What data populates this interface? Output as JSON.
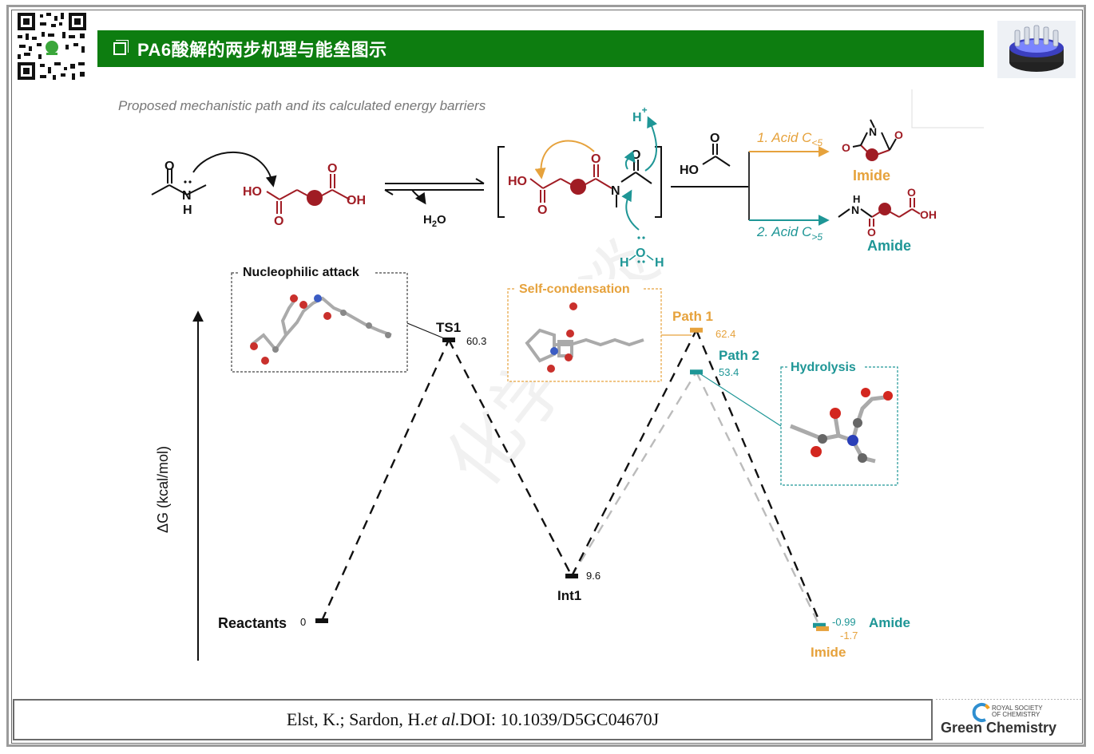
{
  "header": {
    "title": "PA6酸解的两步机理与能垒图示"
  },
  "subtitle": "Proposed mechanistic path and its calculated energy barriers",
  "scheme": {
    "reactant_amide_atoms": {
      "o": "O",
      "n": "N",
      "h": "H"
    },
    "acid_atoms": {
      "ho": "HO",
      "o": "O",
      "oh": "OH"
    },
    "water_label": "H",
    "water_sub": "2",
    "water_o": "O",
    "hplus": "H",
    "plus": "+",
    "water_nuc": {
      "h1": "H",
      "o": "O",
      "h2": "H"
    },
    "intermediate_atoms": {
      "ho": "HO",
      "o1": "O",
      "o2": "O",
      "n": "N",
      "o3": "O"
    },
    "carbonyl_acid": {
      "ho": "HO",
      "o": "O"
    },
    "path1_condition": "1. Acid C",
    "path1_sub": "<5",
    "path2_condition": "2. Acid C",
    "path2_sub": ">5",
    "imide_label": "Imide",
    "amide_label": "Amide",
    "imide_atoms": {
      "o1": "O",
      "n": "N",
      "o2": "O"
    },
    "amide_atoms": {
      "h": "H",
      "n": "N",
      "o1": "O",
      "o2": "O",
      "oh": "OH"
    }
  },
  "chart_data": {
    "type": "energy_profile",
    "ylabel": "ΔG (kcal/mol)",
    "states": [
      {
        "name": "Reactants",
        "value": 0,
        "label": "0"
      },
      {
        "name": "TS1",
        "value": 60.3,
        "label": "60.3"
      },
      {
        "name": "Int1",
        "value": 9.6,
        "label": "9.6"
      },
      {
        "name": "Path 1",
        "value": 62.4,
        "label": "62.4"
      },
      {
        "name": "Path 2",
        "value": 53.4,
        "label": "53.4"
      },
      {
        "name": "Amide",
        "value": -0.99,
        "label": "-0.99"
      },
      {
        "name": "Imide",
        "value": -1.7,
        "label": "-1.7"
      }
    ],
    "insets": [
      "Nucleophilic attack",
      "Self-condensation",
      "Hydrolysis"
    ]
  },
  "footer": {
    "citation_pre": "Elst, K.; Sardon, H. ",
    "citation_em": "et al.",
    "citation_post": " DOI: 10.1039/D5GC04670J",
    "journal_society1": "ROYAL SOCIETY",
    "journal_society2": "OF CHEMISTRY",
    "journal_name": "Green Chemistry"
  },
  "colors": {
    "green": "#0d7d10",
    "orange": "#e6a23c",
    "teal": "#1e9696",
    "maroon": "#a01c24",
    "dark": "#111111"
  }
}
